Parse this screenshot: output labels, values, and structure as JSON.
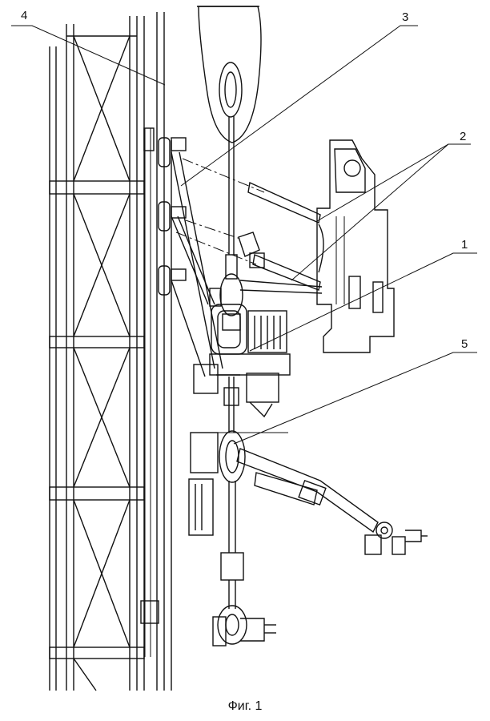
{
  "callouts": [
    {
      "id": "4",
      "text": "4"
    },
    {
      "id": "3",
      "text": "3"
    },
    {
      "id": "2",
      "text": "2"
    },
    {
      "id": "1",
      "text": "1"
    },
    {
      "id": "5",
      "text": "5"
    }
  ],
  "caption": "Фиг. 1",
  "colors": {
    "ink": "#111111",
    "paper": "#ffffff"
  }
}
